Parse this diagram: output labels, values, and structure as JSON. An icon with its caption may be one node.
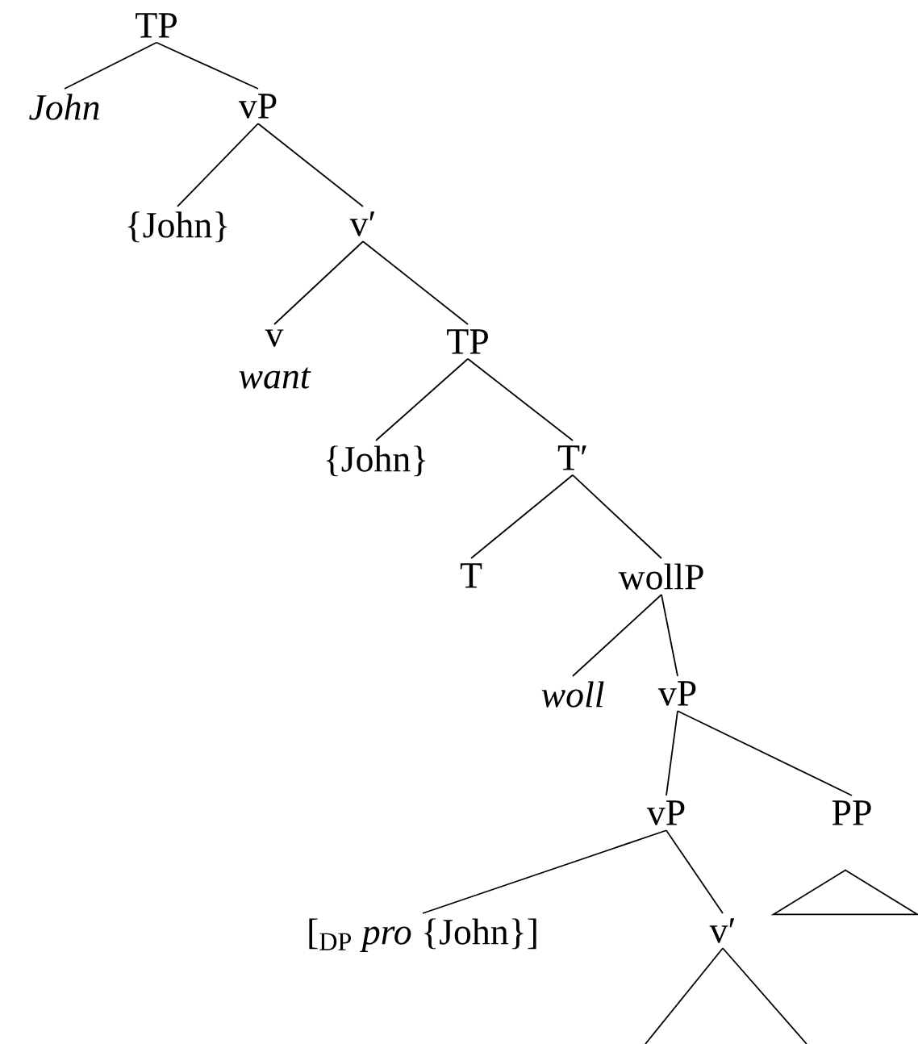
{
  "diagram": {
    "nodes": [
      {
        "text": [
          "TP"
        ]
      },
      {
        "text": [
          "John"
        ]
      },
      {
        "text": [
          "vP"
        ]
      },
      {
        "text": [
          "{John}"
        ]
      },
      {
        "text": [
          "v′"
        ]
      },
      {
        "text": [
          "v",
          "want"
        ]
      },
      {
        "text": [
          "TP"
        ]
      },
      {
        "text": [
          "{John}"
        ]
      },
      {
        "text": [
          "T′"
        ]
      },
      {
        "text": [
          "T"
        ]
      },
      {
        "text": [
          "wollP"
        ]
      },
      {
        "text": [
          "woll"
        ]
      },
      {
        "text": [
          "vP"
        ]
      },
      {
        "text": [
          "vP"
        ]
      },
      {
        "text": [
          "PP"
        ]
      },
      {
        "text": [
          "[$_{DP}$ *pro* {John}]"
        ]
      },
      {
        "text": [
          "v′"
        ]
      },
      {
        "text": [],
        "shape": "triangle"
      }
    ],
    "edges": [
      {
        "from": 0,
        "to": 1,
        "arrow": "none"
      },
      {
        "from": 0,
        "to": 2,
        "arrow": "none"
      },
      {
        "from": 2,
        "to": 3,
        "arrow": "none"
      },
      {
        "from": 2,
        "to": 4,
        "arrow": "none"
      },
      {
        "from": 4,
        "to": 5,
        "arrow": "none"
      },
      {
        "from": 4,
        "to": 6,
        "arrow": "none"
      },
      {
        "from": 6,
        "to": 7,
        "arrow": "none"
      },
      {
        "from": 6,
        "to": 8,
        "arrow": "none"
      },
      {
        "from": 8,
        "to": 9,
        "arrow": "none"
      },
      {
        "from": 8,
        "to": 10,
        "arrow": "none"
      },
      {
        "from": 10,
        "to": 11,
        "arrow": "none"
      },
      {
        "from": 10,
        "to": 12,
        "arrow": "none"
      },
      {
        "from": 12,
        "to": 13,
        "arrow": "none"
      },
      {
        "from": 12,
        "to": 14,
        "arrow": "none"
      },
      {
        "from": 13,
        "to": 15,
        "arrow": "none"
      },
      {
        "from": 13,
        "to": 16,
        "arrow": "none"
      },
      {
        "from": 16,
        "to": null,
        "arrow": "none"
      },
      {
        "from": 16,
        "to": null,
        "arrow": "none"
      }
    ]
  }
}
